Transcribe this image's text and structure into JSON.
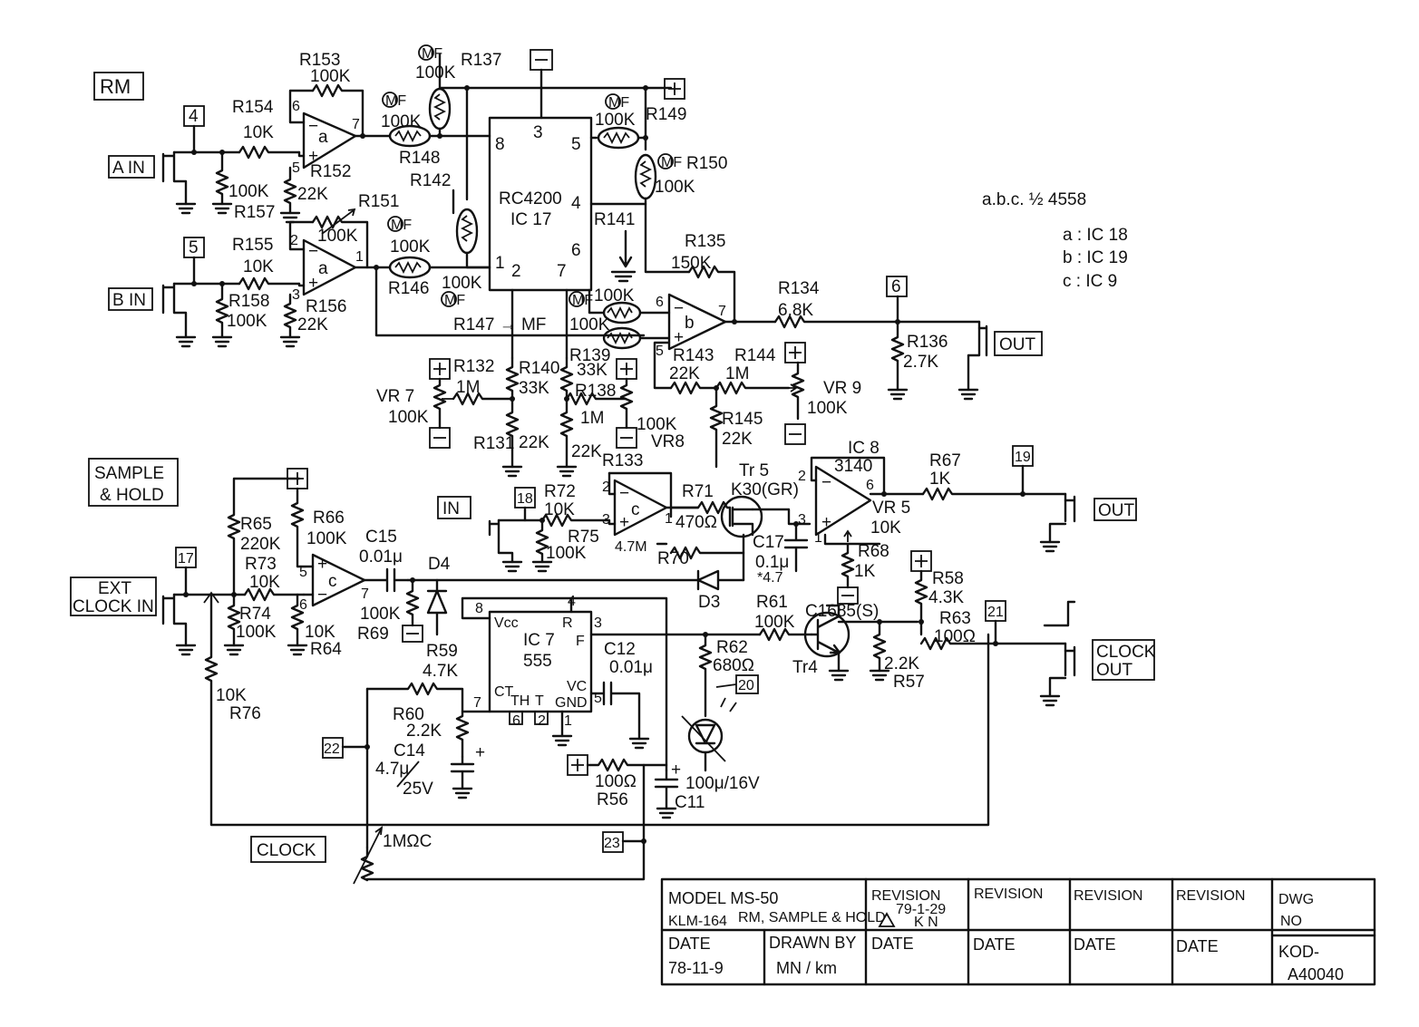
{
  "sections": {
    "rm": "RM",
    "sample_hold_1": "SAMPLE",
    "sample_hold_2": "& HOLD",
    "clock": "CLOCK"
  },
  "ports": {
    "a_in": "A IN",
    "b_in": "B IN",
    "out_rm": "OUT",
    "in_sh": "IN",
    "out_sh": "OUT",
    "ext_clock_1": "EXT",
    "ext_clock_2": "CLOCK IN",
    "clock_out_1": "CLOCK",
    "clock_out_2": "OUT"
  },
  "terminals": {
    "t4": "4",
    "t5": "5",
    "t6": "6",
    "t17": "17",
    "t18": "18",
    "t19": "19",
    "t20": "20",
    "t21": "21",
    "t22": "22",
    "t23": "23"
  },
  "power": {
    "plus": "+",
    "minus": "−"
  },
  "note": {
    "opamps": "a.b.c. ½ 4558",
    "a": "a : IC 18",
    "b": "b : IC 19",
    "c": "c : IC 9"
  },
  "opamp_letters": {
    "a": "a",
    "b": "b",
    "c": "c"
  },
  "pins": {
    "p6": "6",
    "p7": "7",
    "p5": "5",
    "p2": "2",
    "p3": "3",
    "p1": "1",
    "p8": "8",
    "p4": "4",
    "p1b": "1"
  },
  "ics": {
    "rc4200_name": "RC4200",
    "rc4200_ref": "IC 17",
    "rc_p3": "3",
    "rc_p5": "5",
    "rc_p8": "8",
    "rc_p4": "4",
    "rc_p6": "6",
    "rc_p1": "1",
    "rc_p2": "2",
    "rc_p7": "7",
    "ic7_ref": "IC 7",
    "ic7_name": "555",
    "ic7_vcc": "Vcc",
    "ic7_r": "R",
    "ic7_f": "F",
    "ic7_ct": "CT",
    "ic7_th": "TH",
    "ic7_t": "T",
    "ic7_vc": "VC",
    "ic7_gnd": "GND",
    "ic7_p8": "8",
    "ic7_p4": "4",
    "ic7_p3": "3",
    "ic7_p7": "7",
    "ic7_p6": "6",
    "ic7_p2": "2",
    "ic7_p1": "1",
    "ic7_p5": "5",
    "ic8_ref": "IC 8",
    "ic8_name": "3140"
  },
  "components": {
    "r153": "R153",
    "r153v": "100K",
    "r154": "R154",
    "r154v": "10K",
    "r152": "R152",
    "r152v": "22K",
    "r157": "R157",
    "r157v": "100K",
    "r151": "R151",
    "r151v": "100K",
    "r155": "R155",
    "r155v": "10K",
    "r158": "R158",
    "r158v": "100K",
    "r156": "R156",
    "r156v": "22K",
    "mf": "MF",
    "r137": "R137",
    "r137v": "100K",
    "r148": "R148",
    "r148v": "100K",
    "r142": "R142",
    "r149": "R149",
    "r149v": "100K",
    "r150": "R150",
    "r150v": "100K",
    "r141": "R141",
    "r146": "R146",
    "r146v": "100K",
    "r147": "R147",
    "r147v": "100K",
    "r147mf": "MF",
    "r147arrow": "R147 → MF",
    "r100k_mf": "100K",
    "r135": "R135",
    "r135v": "150K",
    "r134": "R134",
    "r134v": "6.8K",
    "r136": "R136",
    "r136v": "2.7K",
    "r143": "R143",
    "r143v": "22K",
    "r144": "R144",
    "r144v": "1M",
    "vr9": "VR 9",
    "vr9v": "100K",
    "r145": "R145",
    "r145v": "22K",
    "r139": "R139",
    "r139v": "33K",
    "r140": "R140",
    "r140v": "33K",
    "r132": "R132",
    "r132v": "1M",
    "vr7": "VR 7",
    "vr7v": "100K",
    "r131": "R131",
    "r131v": "22K",
    "r138": "R138",
    "r138v": "1M",
    "r138b": "22K",
    "vr8": "VR8",
    "vr8v": "100K",
    "r133": "R133",
    "r72": "R72",
    "r72v": "10K",
    "r75": "R75",
    "r75v": "100K",
    "r71": "R71",
    "r71v": "470Ω",
    "tr5": "Tr 5",
    "tr5v": "K30(GR)",
    "r70": "R70",
    "r70v": "4.7M",
    "c17": "C17",
    "c17v": "0.1μ",
    "c17n": "*4.7",
    "d3": "D3",
    "vr5": "VR 5",
    "vr5v": "10K",
    "r68": "R68",
    "r68v": "1K",
    "r67": "R67",
    "r67v": "1K",
    "r65": "R65",
    "r65v": "220K",
    "r66": "R66",
    "r66v": "100K",
    "c15": "C15",
    "c15v": "0.01μ",
    "d4": "D4",
    "r73": "R73",
    "r73v": "10K",
    "r74": "R74",
    "r74v": "100K",
    "r64": "R64",
    "r64v": "10K",
    "r69": "R69",
    "r69v": "100K",
    "r76": "R76",
    "r76v": "10K",
    "r59": "R59",
    "r59v": "4.7K",
    "r60": "R60",
    "r60v": "2.2K",
    "c14": "C14",
    "c14v": "4.7μ",
    "c14v2": "25V",
    "c12": "C12",
    "c12v": "0.01μ",
    "r62": "R62",
    "r62v": "680Ω",
    "r61": "R61",
    "r61v": "100K",
    "c1685": "C1685(S)",
    "tr4": "Tr4",
    "r58": "R58",
    "r58v": "4.3K",
    "r63": "R63",
    "r63v": "100Ω",
    "r57": "R57",
    "r57v": "2.2K",
    "r56": "R56",
    "r56v": "100Ω",
    "c11": "C11",
    "c11v": "100μ/16V",
    "vr_clock": "1MΩC"
  },
  "title_block": {
    "model": "MODEL  MS-50",
    "drawing": "KLM-164",
    "subject": "RM, SAMPLE & HOLD",
    "rev_head": "REVISION",
    "rev_note": "79-1-29",
    "rev_init": "K N",
    "date_head": "DATE",
    "date_val": "78-11-9",
    "drawn_head": "DRAWN BY",
    "drawn_val": "MN / km",
    "dwg_head_1": "DWG",
    "dwg_head_2": "NO",
    "dwg_1": "KOD-",
    "dwg_2": "A40040"
  }
}
